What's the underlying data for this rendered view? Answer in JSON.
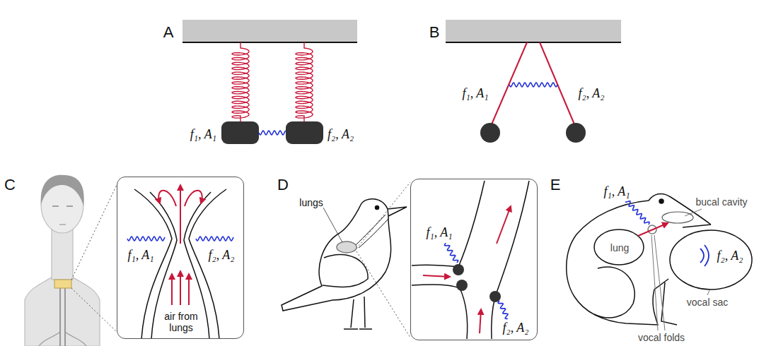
{
  "diagram": {
    "nodes": [
      {
        "text": [
          "f₁, A₁",
          "f₂, A₂",
          "air from lungs"
        ]
      },
      {
        "text": [
          "f₁, A₁",
          "f₂, A₂"
        ]
      }
    ],
    "labels": [
      "A",
      "B",
      "C",
      "D",
      "E",
      "f₁, A₁",
      "f₂, A₂",
      "f₁, A₁",
      "f₂, A₂",
      "lungs",
      "f₁, A₁",
      "lung",
      "bucal cavity",
      "f₂, A₂",
      "vocal sac",
      "vocal folds"
    ]
  }
}
